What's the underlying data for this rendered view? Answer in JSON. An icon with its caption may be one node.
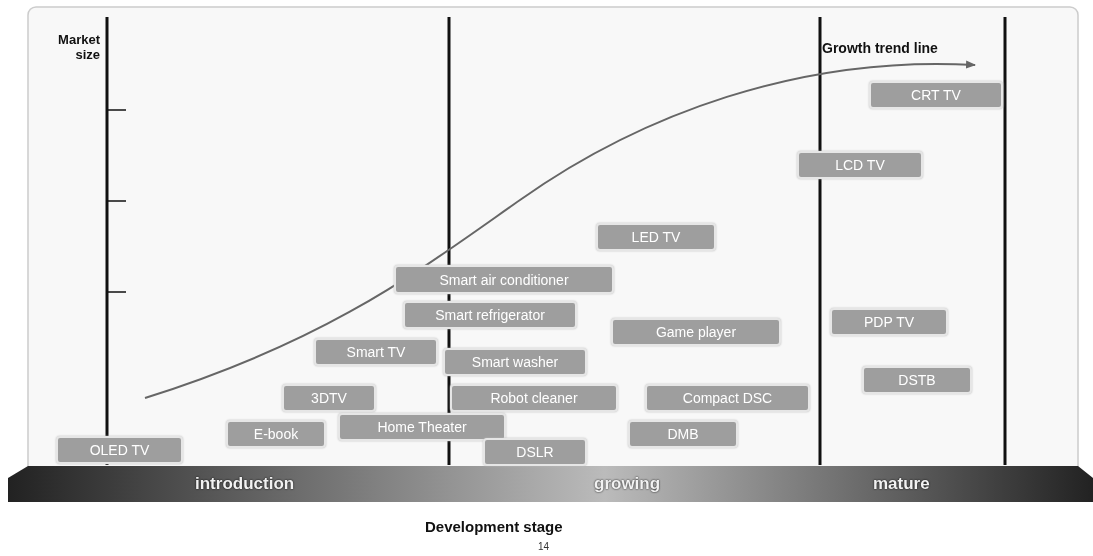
{
  "diagram": {
    "nodes": [
      {
        "text": [
          "CRT TV"
        ]
      },
      {
        "text": [
          "LCD TV"
        ]
      },
      {
        "text": [
          "LED TV"
        ]
      },
      {
        "text": [
          "Smart air conditioner"
        ]
      },
      {
        "text": [
          "Smart refrigerator"
        ]
      },
      {
        "text": [
          "PDP TV"
        ]
      },
      {
        "text": [
          "Game player"
        ]
      },
      {
        "text": [
          "Smart TV"
        ]
      },
      {
        "text": [
          "Smart washer"
        ]
      },
      {
        "text": [
          "DSTB"
        ]
      },
      {
        "text": [
          "3DTV"
        ]
      },
      {
        "text": [
          "Robot cleaner"
        ]
      },
      {
        "text": [
          "Compact DSC"
        ]
      },
      {
        "text": [
          "Home Theater"
        ]
      },
      {
        "text": [
          "E-book"
        ]
      },
      {
        "text": [
          "DMB"
        ]
      },
      {
        "text": [
          "OLED TV"
        ]
      },
      {
        "text": [
          "DSLR"
        ]
      }
    ],
    "labels": [
      "Market size",
      "Growth trend line",
      "introduction",
      "growing",
      "mature",
      "Development stage",
      "14"
    ]
  }
}
